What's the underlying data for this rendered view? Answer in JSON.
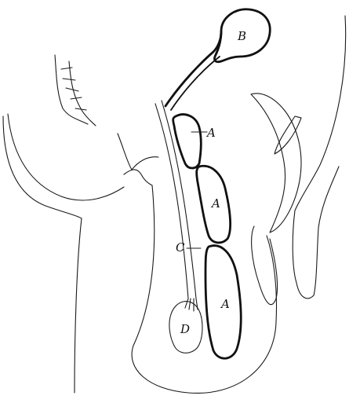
{
  "figure": {
    "labels": {
      "b": "B",
      "a_upper": "A",
      "a_middle": "A",
      "a_lower": "A",
      "c": "C",
      "d": "D"
    }
  }
}
